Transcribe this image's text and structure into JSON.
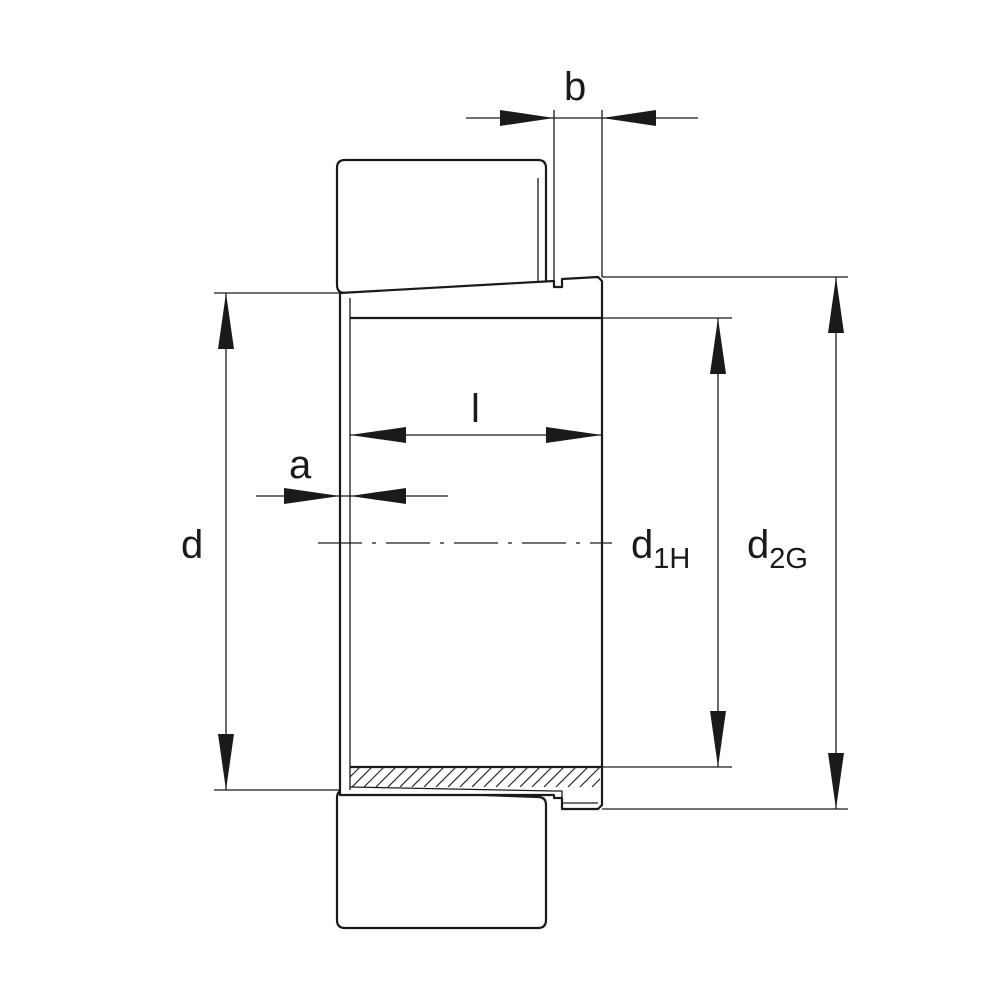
{
  "diagram": {
    "labels": {
      "b": "b",
      "l": "l",
      "a": "a",
      "d": "d",
      "d1H_main": "d",
      "d1H_sub": "1H",
      "d2G_main": "d",
      "d2G_sub": "2G"
    }
  }
}
